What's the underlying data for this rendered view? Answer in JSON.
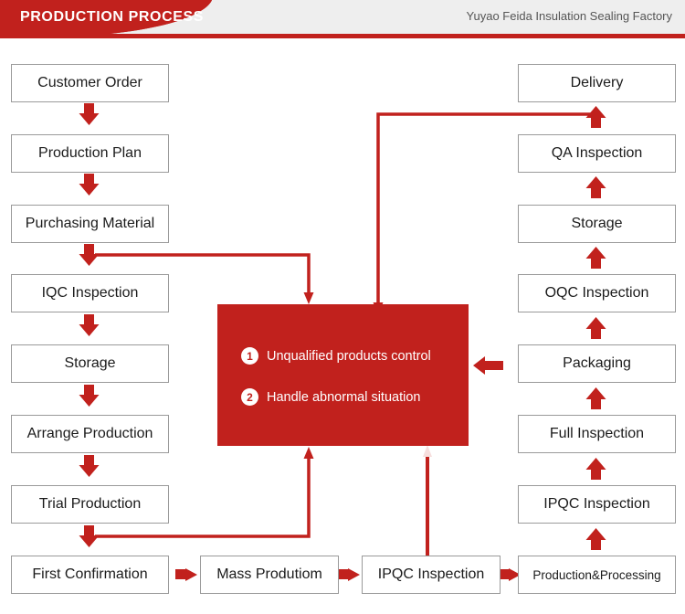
{
  "header": {
    "title": "PRODUCTION PROCESS",
    "company": "Yuyao Feida Insulation Sealing Factory",
    "accent_color": "#c1211d",
    "bg_color": "#eeeeee"
  },
  "flow": {
    "left_column": [
      {
        "label": "Customer Order"
      },
      {
        "label": "Production Plan"
      },
      {
        "label": "Purchasing Material"
      },
      {
        "label": "IQC Inspection"
      },
      {
        "label": "Storage"
      },
      {
        "label": "Arrange Production"
      },
      {
        "label": "Trial Production"
      }
    ],
    "bottom_row": [
      {
        "label": "First Confirmation"
      },
      {
        "label": "Mass Produtiom"
      },
      {
        "label": "IPQC Inspection"
      },
      {
        "label": "Production&Processing"
      }
    ],
    "right_column": [
      {
        "label": "Delivery"
      },
      {
        "label": "QA Inspection"
      },
      {
        "label": "Storage"
      },
      {
        "label": "OQC Inspection"
      },
      {
        "label": "Packaging"
      },
      {
        "label": "Full Inspection"
      },
      {
        "label": "IPQC Inspection"
      }
    ],
    "center_panel": {
      "fill_color": "#c1211d",
      "items": [
        {
          "number": "1",
          "label": "Unqualified products control"
        },
        {
          "number": "2",
          "label": "Handle abnormal situation"
        }
      ]
    },
    "arrow_color": "#c1211d",
    "box_border_color": "#9a9a9a"
  }
}
